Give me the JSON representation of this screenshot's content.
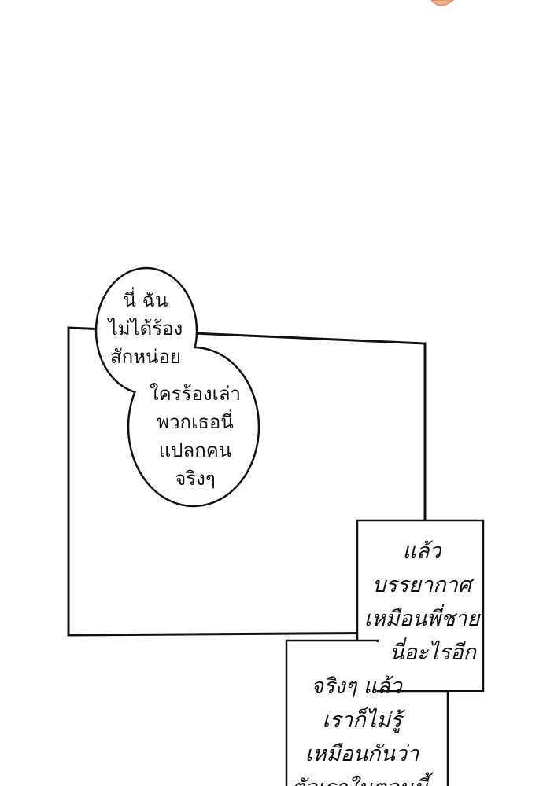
{
  "colors": {
    "background": "#ffffff",
    "ink": "#111111",
    "skin_accent": "#f2b38f"
  },
  "bubble1": {
    "lines": [
      "นี่ ฉัน",
      "ไม่ได้ร้อง",
      "สักหน่อย"
    ]
  },
  "bubble2": {
    "lines": [
      "ใครร้องเล่า",
      "พวกเธอนี่",
      "แปลกคน",
      "จริงๆ"
    ]
  },
  "caption1": {
    "lines": [
      "แล้ว",
      "บรรยากาศ",
      "เหมือนพี่ชาย",
      "นี่อะไรอีก"
    ]
  },
  "caption2": {
    "lines": [
      "จริงๆ แล้ว",
      "เราก็ไม่รู้",
      "เหมือนกันว่า",
      "ตัวเราในตอนนี้"
    ]
  }
}
